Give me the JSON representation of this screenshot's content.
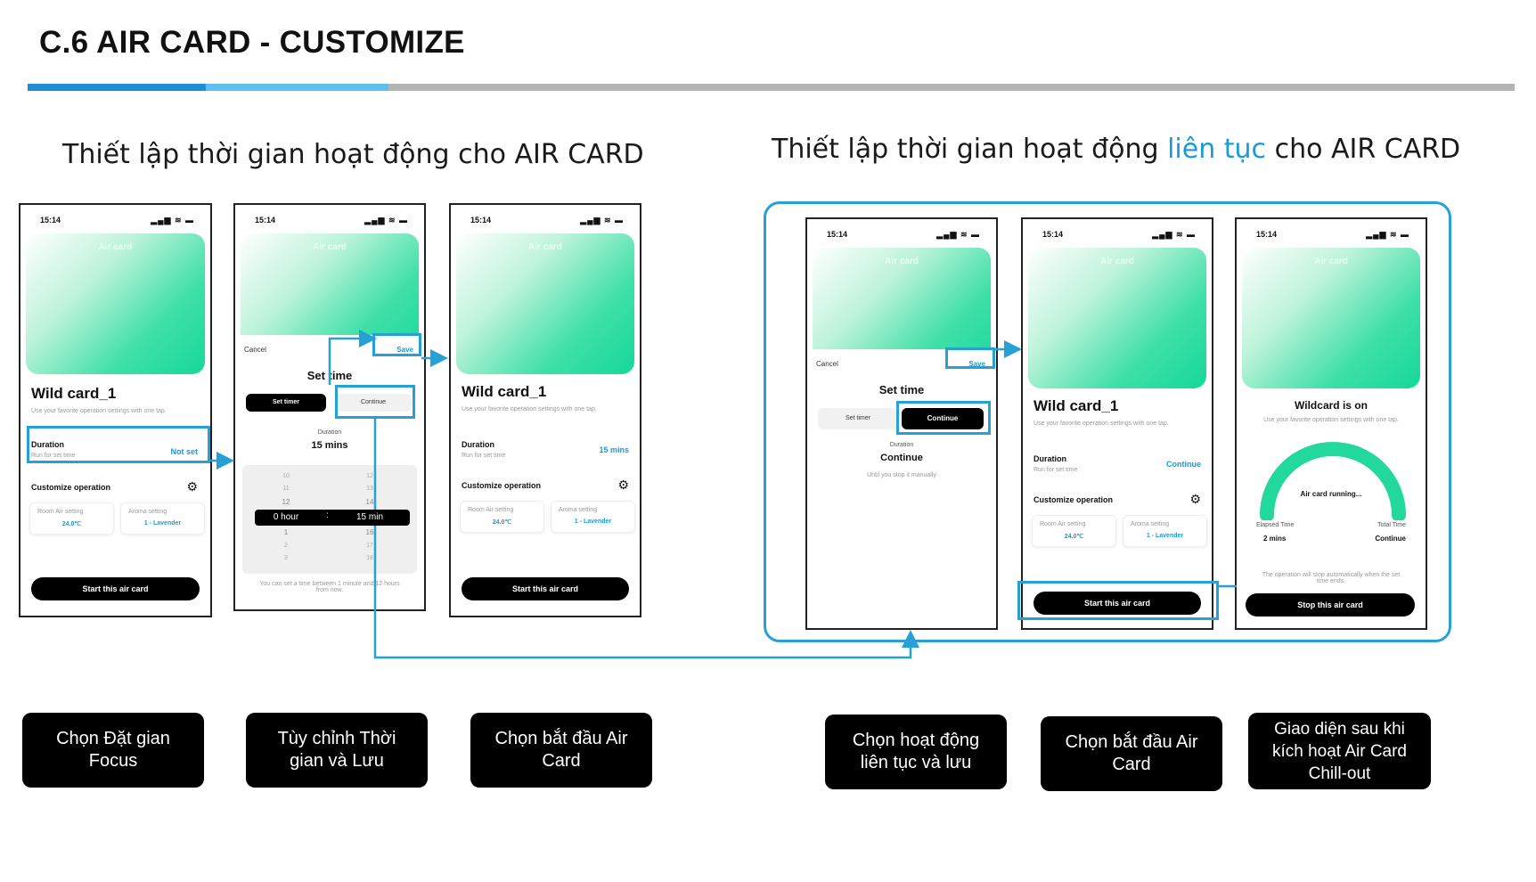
{
  "header": {
    "title": "C.6 AIR CARD - CUSTOMIZE",
    "rule_colors": [
      "#1f8fd3",
      "#5ec0ef",
      "#b3b3b3"
    ]
  },
  "sections": {
    "left_heading": "Thiết lập thời gian hoạt động cho AIR CARD",
    "right_heading_pre": "Thiết lập thời gian hoạt động",
    "right_heading_hl": "liên tục",
    "right_heading_post": "cho AIR CARD",
    "accent": "#1a9bd6"
  },
  "status_bar": {
    "time": "15:14",
    "icons": "▂▄▆ ≋ ▬"
  },
  "card": {
    "hero_title": "Air card",
    "name": "Wild card_1",
    "desc": "Use your favorite operation settings with one tap.",
    "duration_label": "Duration",
    "duration_sub": "Run for set time",
    "customize_label": "Customize operation",
    "room_label": "Room Air setting",
    "room_value": "24.0℃",
    "aroma_label": "Aroma setting",
    "aroma_value": "1 - Lavender",
    "start_btn": "Start this air card"
  },
  "screen1": {
    "duration_value": "Not set"
  },
  "screen2": {
    "cancel": "Cancel",
    "save": "Save",
    "title": "Set time",
    "tab_timer": "Set timer",
    "tab_continue": "Continue",
    "duration_label": "Duration",
    "duration_value": "15 mins",
    "picker_hours": [
      "10",
      "11",
      "12",
      "0 hour",
      "1",
      "2",
      "3"
    ],
    "picker_mins": [
      "12",
      "13",
      "14",
      "15 min",
      "16",
      "17",
      "18"
    ],
    "note": "You can set a time between 1 minute and 12 hours from now."
  },
  "screen3": {
    "duration_value": "15 mins"
  },
  "screen4": {
    "cancel": "Cancel",
    "save": "Save",
    "title": "Set time",
    "tab_timer": "Set timer",
    "tab_continue": "Continue",
    "duration_label": "Duration",
    "duration_value": "Continue",
    "note": "Until you stop it manually"
  },
  "screen5": {
    "duration_value": "Continue"
  },
  "screen6": {
    "title": "Wildcard is on",
    "desc": "Use your favorite operation settings with one tap.",
    "running": "Air card running...",
    "elapsed_label": "Elapsed Time",
    "elapsed_value": "2 mins",
    "total_label": "Total Time",
    "total_value": "Continue",
    "note": "The operation will stop automatically when the set time ends.",
    "stop_btn": "Stop this air card"
  },
  "captions": [
    "Chọn Đặt gian\nFocus",
    "Tùy chỉnh Thời\ngian và Lưu",
    "Chọn bắt đầu Air\nCard",
    "Chọn hoạt động\nliên tục và lưu",
    "Chọn bắt đầu Air\nCard",
    "Giao diện sau khi\nkích hoạt Air Card\nChill-out"
  ]
}
